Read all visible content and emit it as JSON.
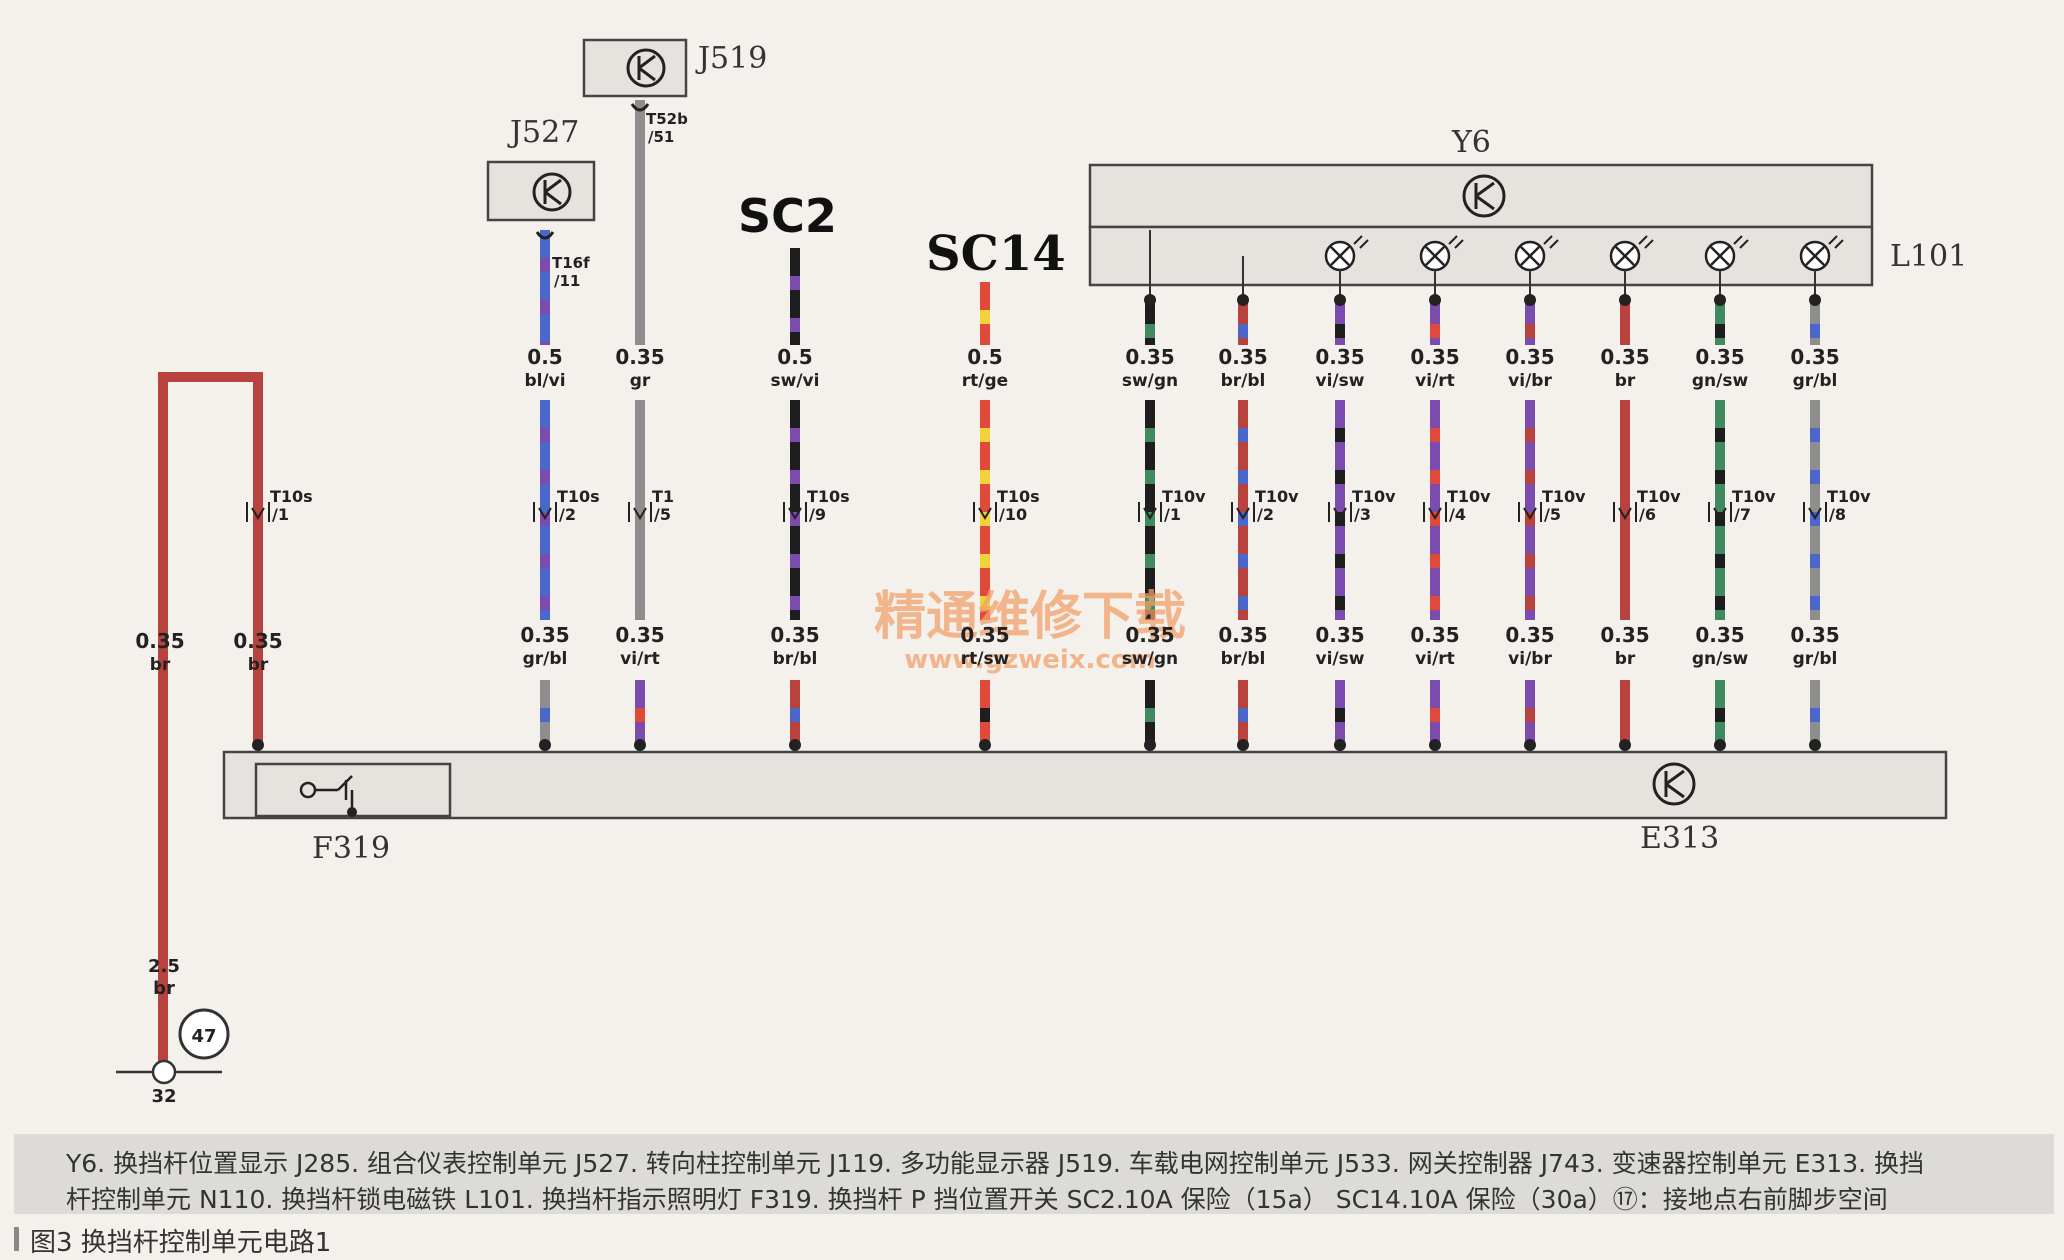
{
  "units": {
    "Y6": "Y6",
    "J519": "J519",
    "J527": "J527",
    "SC2": "SC2",
    "SC14": "SC14",
    "L101": "L101",
    "F319": "F319",
    "E313": "E313"
  },
  "top_connectors": {
    "j519": [
      "T52b",
      "/51"
    ],
    "j527": [
      "T16f",
      "/11"
    ]
  },
  "ground": {
    "point": "47",
    "pin": "32",
    "lower_size": "2.5",
    "lower_color": "br"
  },
  "wires": [
    {
      "upper_size": "",
      "upper_color": "",
      "connector": "T10s",
      "pin": "/1",
      "lower_size": "0.35",
      "lower_color": "br"
    },
    {
      "upper_size": "0.5",
      "upper_color": "bl/vi",
      "connector": "T10s",
      "pin": "/2",
      "lower_size": "0.35",
      "lower_color": "gr/bl"
    },
    {
      "upper_size": "0.35",
      "upper_color": "gr",
      "connector": "T1",
      "pin": "/5",
      "lower_size": "0.35",
      "lower_color": "vi/rt"
    },
    {
      "upper_size": "0.5",
      "upper_color": "sw/vi",
      "connector": "T10s",
      "pin": "/9",
      "lower_size": "0.35",
      "lower_color": "br/bl"
    },
    {
      "upper_size": "0.5",
      "upper_color": "rt/ge",
      "connector": "T10s",
      "pin": "/10",
      "lower_size": "0.35",
      "lower_color": "rt/sw"
    },
    {
      "upper_size": "0.35",
      "upper_color": "sw/gn",
      "connector": "T10v",
      "pin": "/1",
      "lower_size": "0.35",
      "lower_color": "sw/gn"
    },
    {
      "upper_size": "0.35",
      "upper_color": "br/bl",
      "connector": "T10v",
      "pin": "/2",
      "lower_size": "0.35",
      "lower_color": "br/bl"
    },
    {
      "upper_size": "0.35",
      "upper_color": "vi/sw",
      "connector": "T10v",
      "pin": "/3",
      "lower_size": "0.35",
      "lower_color": "vi/sw"
    },
    {
      "upper_size": "0.35",
      "upper_color": "vi/rt",
      "connector": "T10v",
      "pin": "/4",
      "lower_size": "0.35",
      "lower_color": "vi/rt"
    },
    {
      "upper_size": "0.35",
      "upper_color": "vi/br",
      "connector": "T10v",
      "pin": "/5",
      "lower_size": "0.35",
      "lower_color": "vi/br"
    },
    {
      "upper_size": "0.35",
      "upper_color": "br",
      "connector": "T10v",
      "pin": "/6",
      "lower_size": "0.35",
      "lower_color": "br"
    },
    {
      "upper_size": "0.35",
      "upper_color": "gn/sw",
      "connector": "T10v",
      "pin": "/7",
      "lower_size": "0.35",
      "lower_color": "gn/sw"
    },
    {
      "upper_size": "0.35",
      "upper_color": "gr/bl",
      "connector": "T10v",
      "pin": "/8",
      "lower_size": "0.35",
      "lower_color": "gr/bl"
    }
  ],
  "watermark": {
    "cn": "精通维修下载",
    "url": "www.gzweix.com"
  },
  "legend": {
    "line1": "Y6. 换挡杆位置显示   J285. 组合仪表控制单元   J527. 转向柱控制单元   J119. 多功能显示器   J519. 车载电网控制单元   J533. 网关控制器   J743. 变速器控制单元   E313. 换挡",
    "line2": "杆控制单元   N110. 换挡杆锁电磁铁   L101. 换挡杆指示照明灯   F319. 换挡杆 P 挡位置开关   SC2.10A 保险（15a）  SC14.10A 保险（30a）⑰：接地点右前脚步空间",
    "figure": "图3   换挡杆控制单元电路1"
  },
  "colors": {
    "br": "#b8433e",
    "bl": "#4a67c9",
    "vi": "#7b4cad",
    "gr": "#8e8e8e",
    "sw": "#1e1e1e",
    "rt": "#e04a3a",
    "ge": "#f0d23a",
    "gn": "#3f8a5e",
    "module_fill": "#e6e3de",
    "line": "#444"
  }
}
